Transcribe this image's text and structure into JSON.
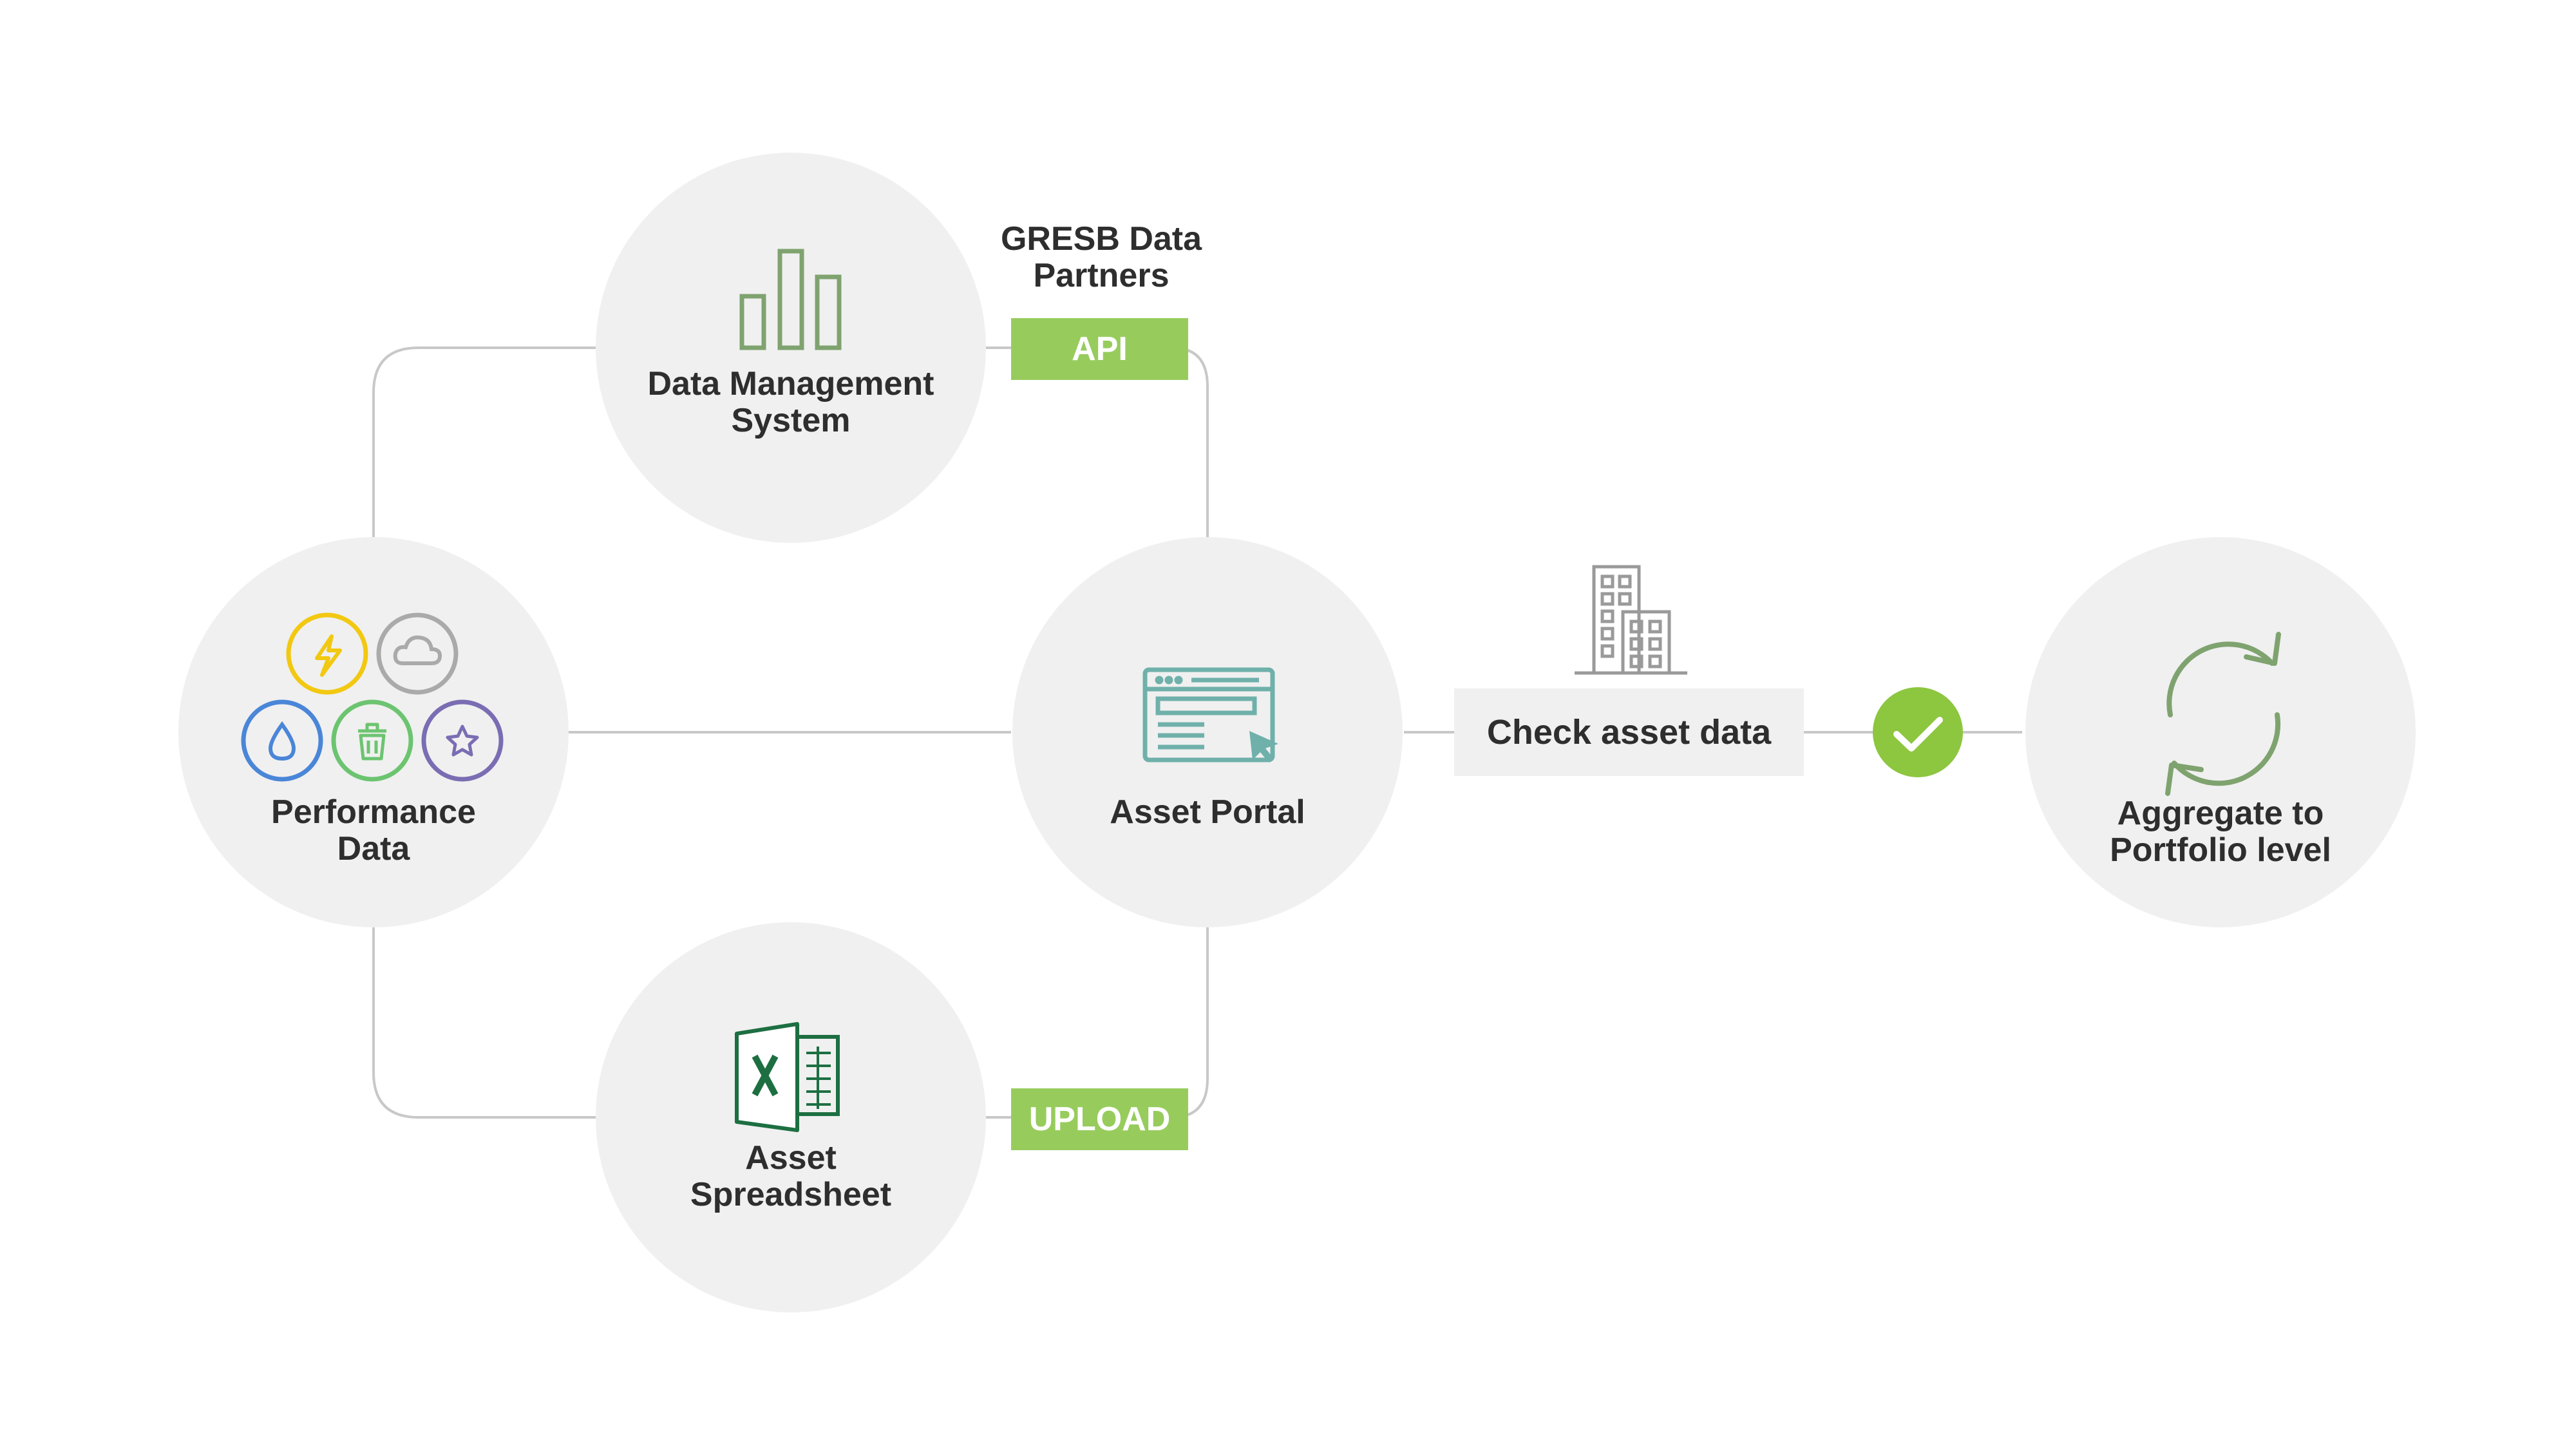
{
  "nodes": {
    "dms": {
      "line1": "Data Management",
      "line2": "System"
    },
    "performance": {
      "line1": "Performance",
      "line2": "Data"
    },
    "portal": {
      "label": "Asset Portal"
    },
    "spreadsheet": {
      "line1": "Asset",
      "line2": "Spreadsheet"
    },
    "aggregate": {
      "line1": "Aggregate to",
      "line2": "Portfolio level"
    }
  },
  "partners": {
    "line1": "GRESB Data",
    "line2": "Partners"
  },
  "tags": {
    "api": "API",
    "upload": "UPLOAD"
  },
  "check": {
    "label": "Check asset data"
  },
  "icons": {
    "dms": "bar-chart-icon",
    "performance": [
      "lightning-icon",
      "cloud-icon",
      "water-drop-icon",
      "waste-bin-icon",
      "star-icon"
    ],
    "portal": "browser-window-cursor-icon",
    "spreadsheet": "excel-icon",
    "check": "buildings-icon",
    "checkmark": "checkmark-icon",
    "aggregate": "refresh-cycle-icon"
  },
  "colors": {
    "circle": "#f0f0f0",
    "connector": "#c8c8c8",
    "tag": "#97cc5d",
    "check": "#8dc63f",
    "bar_icon": "#7fa36f",
    "energy": "#f2c811",
    "cloud": "#aaaaaa",
    "water": "#4a86d8",
    "waste": "#6cc470",
    "star": "#7a6db3",
    "portal_icon": "#6fb1aa",
    "excel": "#1d6f42",
    "building": "#9a9a9a",
    "cycle": "#7fa36f"
  }
}
